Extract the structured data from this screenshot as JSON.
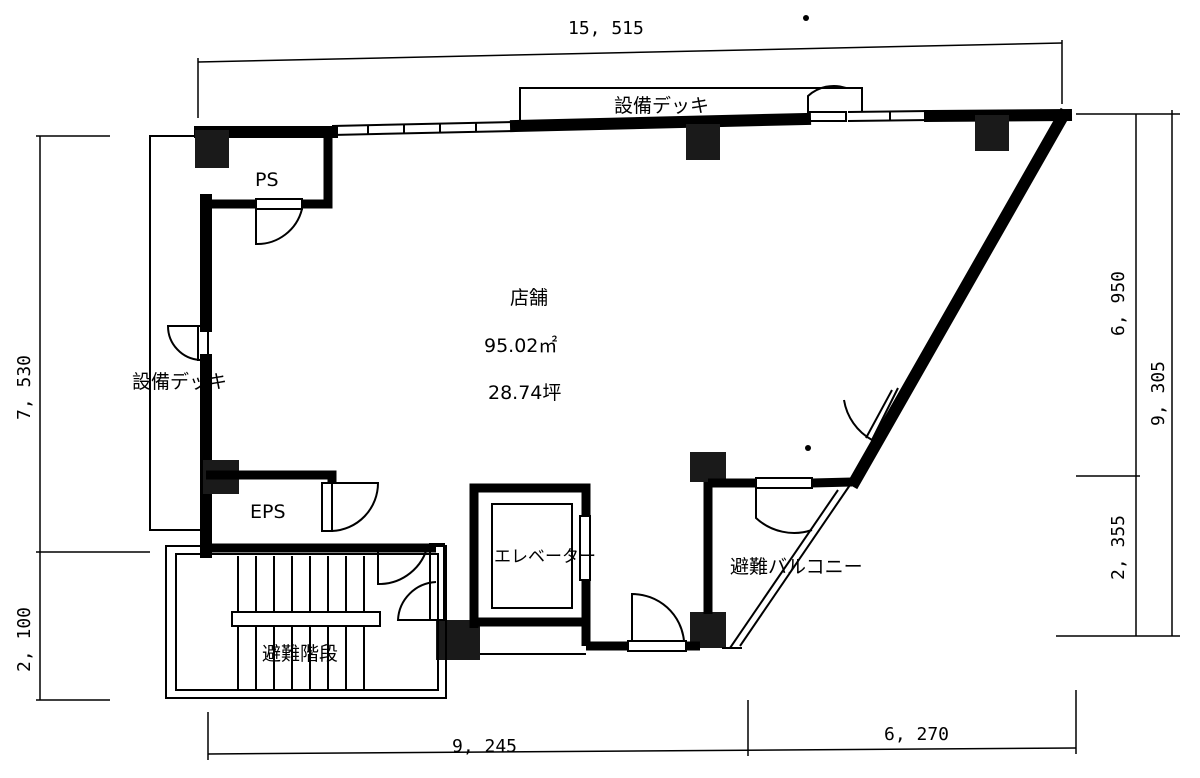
{
  "rooms": {
    "shop_name": "店舗",
    "shop_area_m2": "95.02㎡",
    "shop_area_tsubo": "28.74坪",
    "ps": "PS",
    "eps": "EPS",
    "elevator": "エレベーター",
    "evac_balcony": "避難バルコニー",
    "evac_stairs": "避難階段",
    "equipment_deck_top": "設備デッキ",
    "equipment_deck_left": "設備デッキ"
  },
  "dimensions": {
    "top": "15, 515",
    "bottom_left": "9, 245",
    "bottom_right": "6, 270",
    "left_upper": "7, 530",
    "left_lower": "2, 100",
    "right_upper": "6, 950",
    "right_total": "9, 305",
    "right_lower": "2, 355"
  }
}
